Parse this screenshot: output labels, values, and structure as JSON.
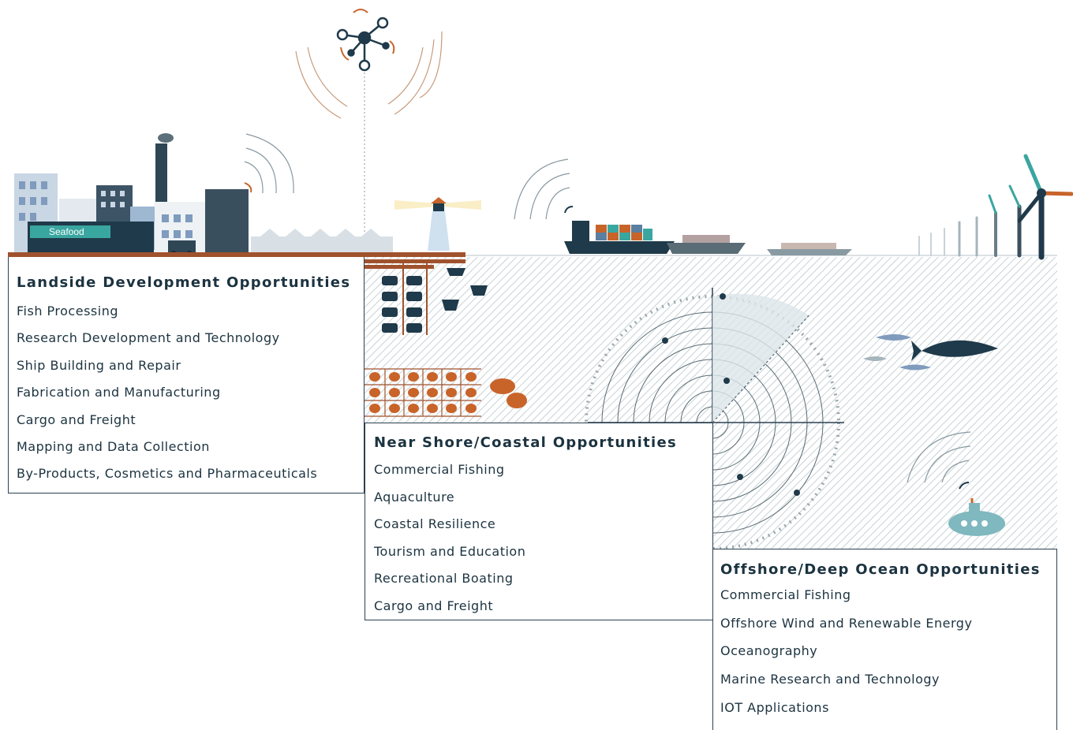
{
  "building_sign": "Seafood",
  "colors": {
    "navy": "#1f3a4a",
    "teal": "#3aa6a0",
    "orange": "#c8642a",
    "brown": "#a0522d",
    "hatch": "#b9c7cc"
  },
  "sections": {
    "landside": {
      "title": "Landside Development Opportunities",
      "items": [
        "Fish Processing",
        "Research Development and Technology",
        "Ship Building and Repair",
        "Fabrication and Manufacturing",
        "Cargo and Freight",
        "Mapping and Data Collection",
        "By-Products, Cosmetics and Pharmaceuticals"
      ]
    },
    "nearshore": {
      "title": "Near Shore/Coastal Opportunities",
      "items": [
        "Commercial Fishing",
        "Aquaculture",
        "Coastal Resilience",
        "Tourism and Education",
        "Recreational Boating",
        "Cargo and Freight"
      ]
    },
    "offshore": {
      "title": "Offshore/Deep Ocean Opportunities",
      "items": [
        "Commercial Fishing",
        "Offshore Wind and Renewable Energy",
        "Oceanography",
        "Marine Research and Technology",
        "IOT Applications"
      ]
    }
  },
  "icons": [
    "drone-icon",
    "factory-icon",
    "lighthouse-icon",
    "cargo-ship-icon",
    "wind-turbine-icon",
    "fish-icon",
    "submarine-icon",
    "radar-icon",
    "oyster-icon",
    "signal-icon"
  ]
}
